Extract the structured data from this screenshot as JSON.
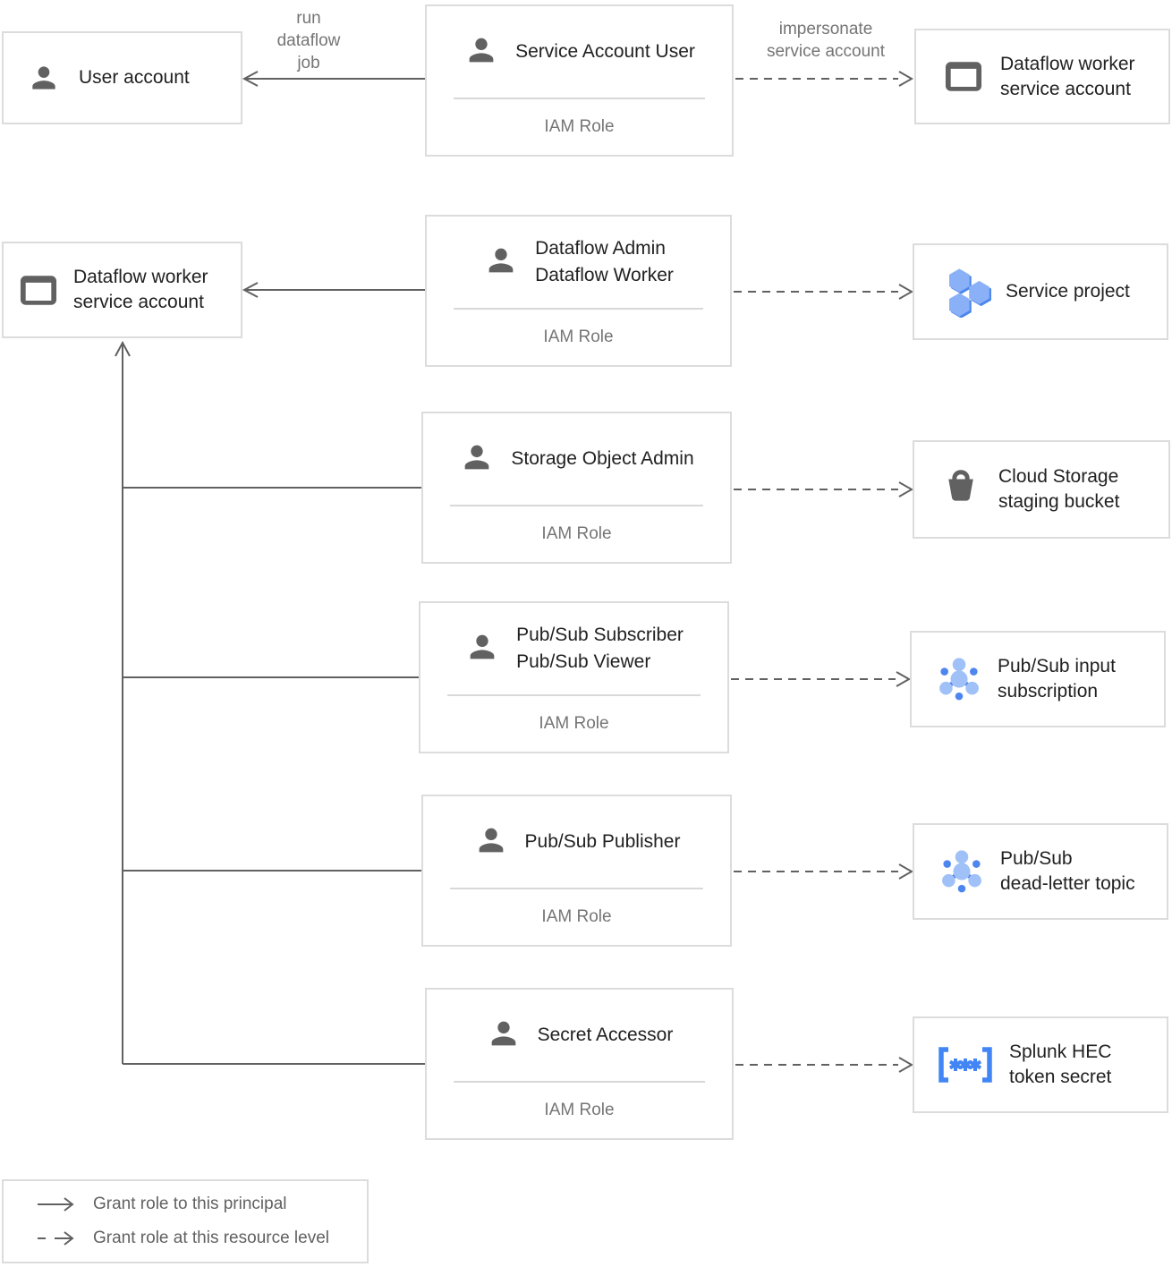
{
  "shared": {
    "iam_role": "IAM Role"
  },
  "top": {
    "user_account": "User account",
    "service_account_user": "Service Account User",
    "run_label": {
      "l1": "run",
      "l2": "dataflow",
      "l3": "job"
    },
    "impersonate_label": {
      "l1": "impersonate",
      "l2": "service account"
    },
    "dataflow_worker_sa": {
      "l1": "Dataflow worker",
      "l2": "service account"
    }
  },
  "left": {
    "dataflow_worker_sa": {
      "l1": "Dataflow worker",
      "l2": "service account"
    }
  },
  "roles": [
    {
      "l1": "Dataflow Admin",
      "l2": "Dataflow Worker",
      "icon": "person-icon"
    },
    {
      "l1": "Storage Object Admin",
      "icon": "person-icon"
    },
    {
      "l1": "Pub/Sub Subscriber",
      "l2": "Pub/Sub Viewer",
      "icon": "person-icon"
    },
    {
      "l1": "Pub/Sub Publisher",
      "icon": "person-icon"
    },
    {
      "l1": "Secret Accessor",
      "icon": "person-icon"
    }
  ],
  "resources": [
    {
      "l1": "Service project",
      "icon": "service-project-icon"
    },
    {
      "l1": "Cloud Storage",
      "l2": "staging bucket",
      "icon": "storage-bucket-icon"
    },
    {
      "l1": "Pub/Sub input",
      "l2": "subscription",
      "icon": "pubsub-icon"
    },
    {
      "l1": "Pub/Sub",
      "l2": "dead-letter topic",
      "icon": "pubsub-icon"
    },
    {
      "l1": "Splunk HEC",
      "l2": "token secret",
      "icon": "secret-icon"
    }
  ],
  "legend": {
    "solid": "Grant role to this principal",
    "dashed": "Grant role at this resource level"
  },
  "colors": {
    "line": "#616161",
    "box_border": "#dcdcdc",
    "title_text": "#212121",
    "muted_text": "#757575",
    "icon_gray": "#616161",
    "blue": "#4285f4",
    "pubsub_light_blue": "#a0c1f8",
    "pubsub_dot_blue": "#4e86f0",
    "hex_light": "#8ab1f7",
    "hex_dark": "#4d86ec"
  }
}
